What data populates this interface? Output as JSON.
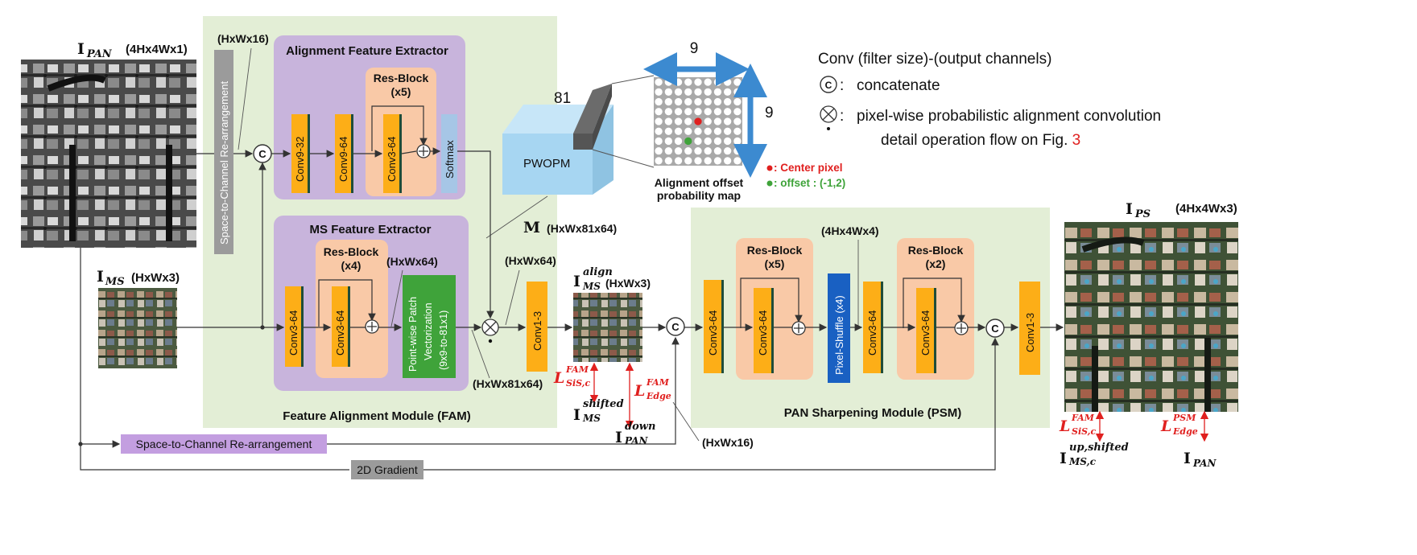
{
  "modules": {
    "fam_label": "Feature Alignment Module (FAM)",
    "psm_label": "PAN Sharpening Module (PSM)",
    "afe_label": "Alignment Feature Extractor",
    "msfe_label": "MS Feature Extractor"
  },
  "inputs": {
    "pan_symbol": "I",
    "pan_sub": "PAN",
    "pan_dims": "(4Hx4Wx1)",
    "ms_symbol": "I",
    "ms_sub": "MS",
    "ms_dims": "(HxWx3)",
    "ps_symbol": "I",
    "ps_sub": "PS",
    "ps_dims": "(4Hx4Wx3)"
  },
  "blocks": {
    "s2c_vertical": "Space-to-Channel Re-arrangement",
    "conv9_32": "Conv9-32",
    "conv9_64": "Conv9-64",
    "resblock_afe_title": "Res-Block",
    "resblock_afe_count": "(x5)",
    "conv3_64_afe": "Conv3-64",
    "softmax": "Softmax",
    "conv3_64_ms_a": "Conv3-64",
    "resblock_ms_title": "Res-Block",
    "resblock_ms_count": "(x4)",
    "conv3_64_ms_b": "Conv3-64",
    "pv_line1": "Point-wise Patch",
    "pv_line2": "Vectorization",
    "pv_line3": "(9x9-to-81x1)",
    "conv1_3_fam": "Conv1-3",
    "conv3_64_psm_a": "Conv3-64",
    "resblock_psm1_title": "Res-Block",
    "resblock_psm1_count": "(x5)",
    "conv3_64_psm_b": "Conv3-64",
    "pixel_shuffle": "Pixel-Shuffle (x4)",
    "conv3_64_psm_c": "Conv3-64",
    "resblock_psm2_title": "Res-Block",
    "resblock_psm2_count": "(x2)",
    "conv3_64_psm_d": "Conv3-64",
    "conv1_3_psm": "Conv1-3",
    "s2c_horizontal": "Space-to-Channel Re-arrangement",
    "gradient_2d": "2D Gradient",
    "concat_symbol": "C"
  },
  "dims": {
    "hxwx16_top": "(HxWx16)",
    "hxwx64_ms": "(HxWx64)",
    "m_symbol": "M",
    "m_dims": "(HxWx81x64)",
    "hxwx64_mid": "(HxWx64)",
    "hxwx81x64": "(HxWx81x64)",
    "align_dims": "(HxWx3)",
    "hxwx16_bottom": "(HxWx16)",
    "4hx4wx4": "(4Hx4Wx4)"
  },
  "pwopm": {
    "label": "PWOPM",
    "depth": "81"
  },
  "offset_map": {
    "width_label": "9",
    "height_label": "9",
    "caption_line1": "Alignment offset",
    "caption_line2": "probability map",
    "center_legend": ": Center pixel",
    "offset_legend": ": offset : (-1,2)"
  },
  "legend": {
    "conv_note": "Conv (filter size)-(output channels)",
    "concat_note": "concatenate",
    "pa_note_line1": "pixel-wise probabilistic alignment convolution",
    "pa_note_line2": "detail operation flow on Fig. ",
    "fig_ref": "3"
  },
  "math": {
    "i": "I",
    "align_sup": "align",
    "align_sub": "MS",
    "loss_L": "L",
    "fam_sup": "FAM",
    "psm_sup": "PSM",
    "sis_sub": "SiS,c",
    "edge_sub": "Edge",
    "shifted_sup": "shifted",
    "ms_sub": "MS",
    "down_sup": "down",
    "pan_sub": "PAN",
    "upshifted_sup": "up,shifted",
    "msc_sub": "MS,c"
  },
  "colors": {
    "fam_bg": "#e3eed6",
    "extractor_bg": "#c8b4dc",
    "resblock_bg": "#f9c9a7",
    "conv_orange": "#fdae17",
    "conv_stripe": "#1f4d3a",
    "softmax_blue": "#a6c6e6",
    "pv_green": "#3fa33a",
    "pixel_shuffle_blue": "#1960c2",
    "gray_block": "#9b9b9b",
    "s2c_purple": "#c39ee0",
    "loss_red": "#e0201f",
    "pwopm_blue": "#a7d6f2",
    "arrow_blue": "#3c8ad0"
  }
}
